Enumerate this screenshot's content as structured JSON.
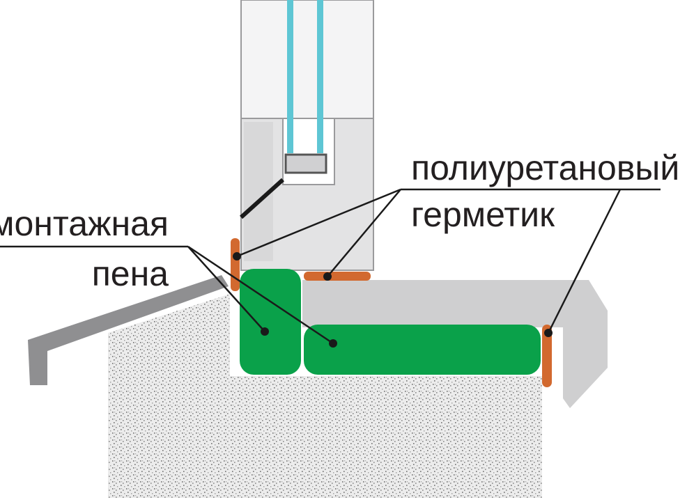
{
  "labels": {
    "sealant_line1": "полиуретановый",
    "sealant_line2": "герметик",
    "foam_line1": "монтажная",
    "foam_line2": "пена"
  },
  "colors": {
    "foam": "#0aa14a",
    "sealant": "#d2692f",
    "glass": "#5ec6d4",
    "frame": "#eeeeef",
    "frame_stroke": "#9a9a9c",
    "sill": "#cfcfd0",
    "drip": "#8f8f91",
    "wall": "#e8e8e8",
    "wall_dots": "#7a7a7a",
    "text": "#231f20"
  }
}
